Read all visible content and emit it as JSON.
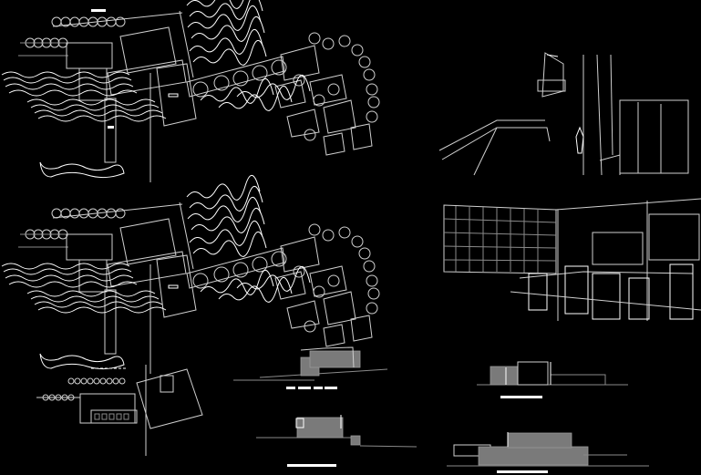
{
  "drawing": {
    "sheets": [
      "site-plan-upper",
      "site-plan-middle",
      "floor-plan-lower",
      "elevation-1",
      "elevation-2",
      "elevation-3",
      "elevation-4",
      "perspective-exterior",
      "perspective-interior"
    ],
    "colors": {
      "background": "#000000",
      "line": "#cfcfcf",
      "highlight": "#ffffff",
      "fill": "#7a7a7a"
    }
  }
}
